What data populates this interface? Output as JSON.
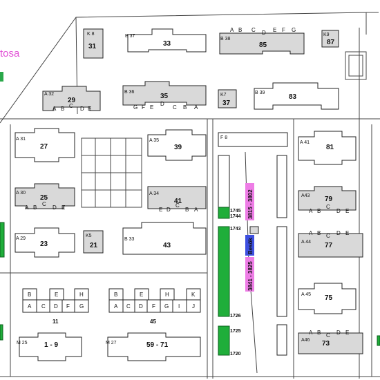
{
  "legend": {
    "partial_pink": "tosa",
    "partial_green_color": "#2aa84a"
  },
  "colors": {
    "building_fill": "#d9d9d9",
    "green_zone": "#1fae3a",
    "pink_tag": "#ee7de6",
    "blue_tag": "#3d4fe0"
  },
  "labels": {
    "b31": {
      "code": "K 8",
      "num": "31"
    },
    "b33": {
      "code": "B 37",
      "num": "33"
    },
    "b85": {
      "code": "B 38",
      "num": "85",
      "entrances": [
        "A",
        "B",
        "C",
        "D",
        "E",
        "F",
        "G"
      ]
    },
    "b87": {
      "code": "K9",
      "num": "87"
    },
    "b29": {
      "code": "A 32",
      "num": "29",
      "entrances": [
        "A",
        "B",
        "C",
        "D",
        "E"
      ]
    },
    "b35": {
      "code": "B 36",
      "num": "35",
      "entrances": [
        "G",
        "F",
        "E",
        "D",
        "C",
        "B",
        "A"
      ]
    },
    "b37": {
      "code": "K7",
      "num": "37"
    },
    "b83": {
      "code": "B 39",
      "num": "83"
    },
    "b27": {
      "code": "A 31",
      "num": "27"
    },
    "b39": {
      "code": "A 35",
      "num": "39"
    },
    "b_f8": {
      "code": "F 8"
    },
    "b81": {
      "code": "A 41",
      "num": "81"
    },
    "b25": {
      "code": "A 30",
      "num": "25",
      "entrances": [
        "A",
        "B",
        "C",
        "D",
        "E"
      ]
    },
    "b41": {
      "code": "A 34",
      "num": "41",
      "entrances": [
        "E",
        "D",
        "C",
        "B",
        "A"
      ]
    },
    "b79": {
      "code": "A43",
      "num": "79",
      "entrances": [
        "A",
        "B",
        "C",
        "D",
        "E"
      ]
    },
    "b23": {
      "code": "A 29",
      "num": "23"
    },
    "b21": {
      "code": "K5",
      "num": "21"
    },
    "b43": {
      "code": "B 33",
      "num": "43"
    },
    "b77": {
      "code": "A 44",
      "num": "77",
      "entrances": [
        "A",
        "B",
        "C",
        "D",
        "E"
      ]
    },
    "b75": {
      "code": "A 45",
      "num": "75"
    },
    "b73": {
      "code": "A46",
      "num": "73",
      "entrances": [
        "A",
        "B",
        "C",
        "D",
        "E"
      ]
    },
    "b11": {
      "num": "11",
      "top": [
        "B",
        "E",
        "H"
      ],
      "bottom": [
        "A",
        "C",
        "D",
        "F",
        "G"
      ]
    },
    "b45": {
      "num": "45",
      "top": [
        "B",
        "E",
        "H",
        "K"
      ],
      "bottom": [
        "A",
        "C",
        "D",
        "F",
        "G",
        "I",
        "J"
      ]
    },
    "b1_9": {
      "code": "M 25",
      "num": "1 - 9"
    },
    "b59_71": {
      "code": "M 27",
      "num": "59 - 71"
    },
    "parking": [
      "1745",
      "1744",
      "1743",
      "1726",
      "1725",
      "1720"
    ],
    "pink_tag_1": "3815 - 3802",
    "pink_tag_2": "3841 - 3825",
    "blue_tag": "Besök"
  }
}
